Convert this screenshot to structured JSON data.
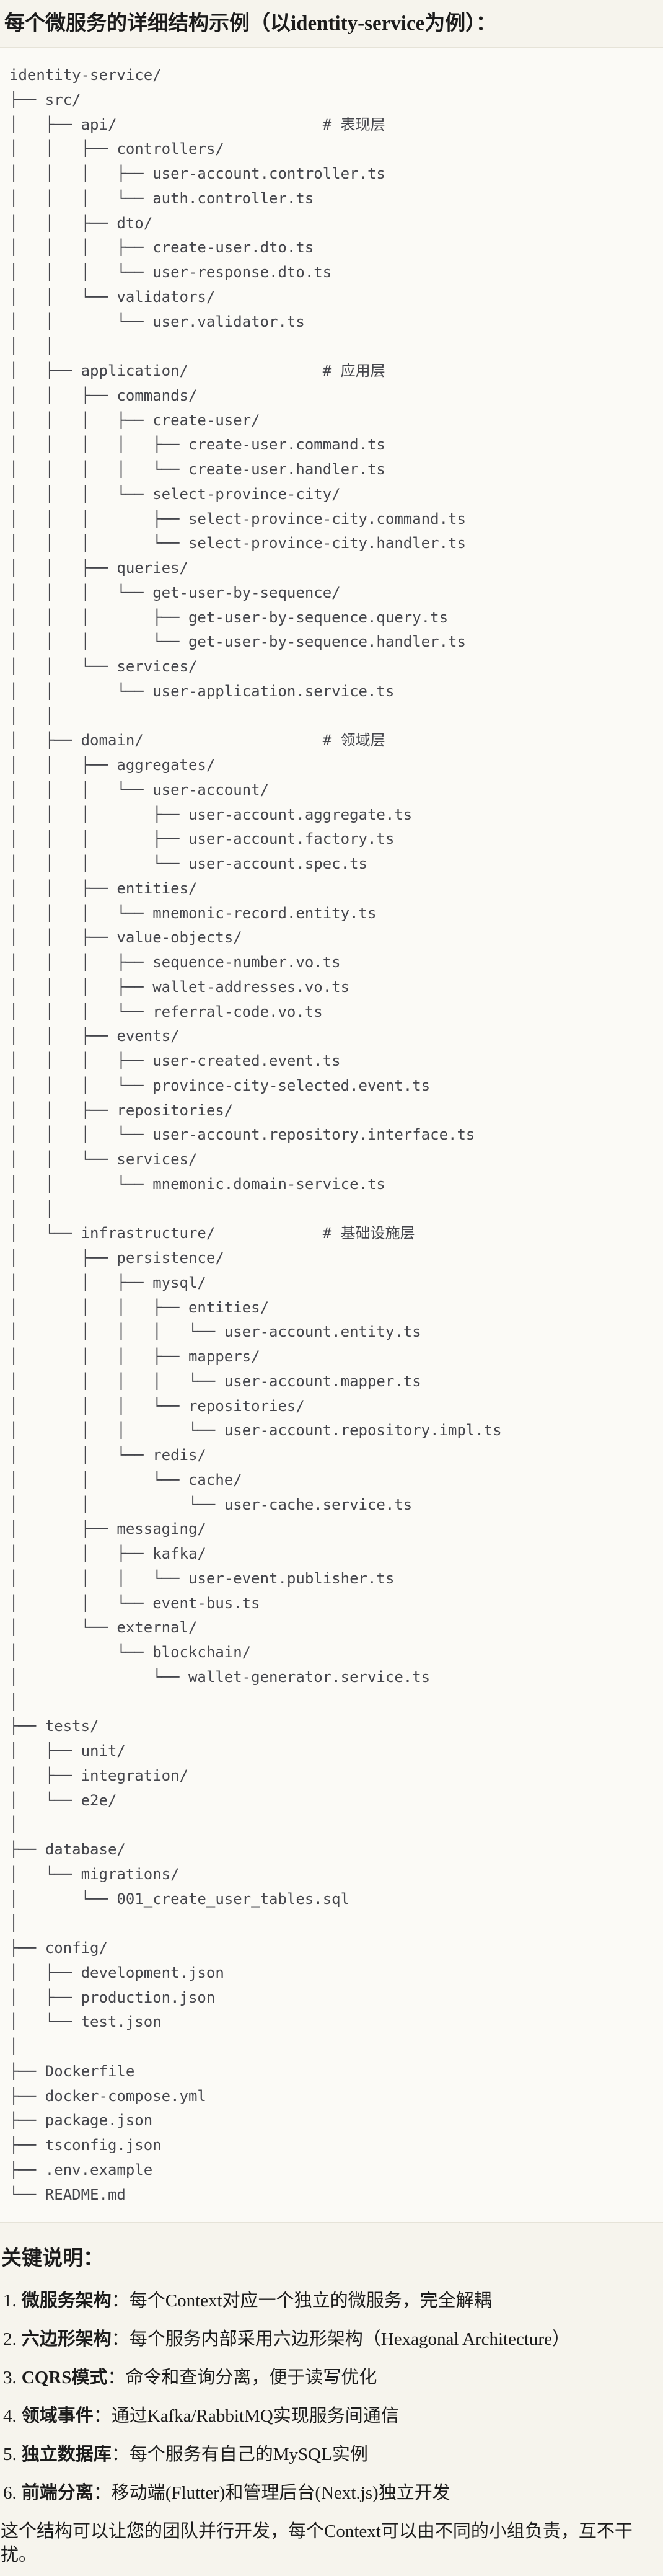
{
  "title": "每个微服务的详细结构示例（以identity-service为例）：",
  "code": {
    "language": "plaintext",
    "tree": "identity-service/\n├── src/\n│   ├── api/                       # 表现层\n│   │   ├── controllers/\n│   │   │   ├── user-account.controller.ts\n│   │   │   └── auth.controller.ts\n│   │   ├── dto/\n│   │   │   ├── create-user.dto.ts\n│   │   │   └── user-response.dto.ts\n│   │   └── validators/\n│   │       └── user.validator.ts\n│   │\n│   ├── application/               # 应用层\n│   │   ├── commands/\n│   │   │   ├── create-user/\n│   │   │   │   ├── create-user.command.ts\n│   │   │   │   └── create-user.handler.ts\n│   │   │   └── select-province-city/\n│   │   │       ├── select-province-city.command.ts\n│   │   │       └── select-province-city.handler.ts\n│   │   ├── queries/\n│   │   │   └── get-user-by-sequence/\n│   │   │       ├── get-user-by-sequence.query.ts\n│   │   │       └── get-user-by-sequence.handler.ts\n│   │   └── services/\n│   │       └── user-application.service.ts\n│   │\n│   ├── domain/                    # 领域层\n│   │   ├── aggregates/\n│   │   │   └── user-account/\n│   │   │       ├── user-account.aggregate.ts\n│   │   │       ├── user-account.factory.ts\n│   │   │       └── user-account.spec.ts\n│   │   ├── entities/\n│   │   │   └── mnemonic-record.entity.ts\n│   │   ├── value-objects/\n│   │   │   ├── sequence-number.vo.ts\n│   │   │   ├── wallet-addresses.vo.ts\n│   │   │   └── referral-code.vo.ts\n│   │   ├── events/\n│   │   │   ├── user-created.event.ts\n│   │   │   └── province-city-selected.event.ts\n│   │   ├── repositories/\n│   │   │   └── user-account.repository.interface.ts\n│   │   └── services/\n│   │       └── mnemonic.domain-service.ts\n│   │\n│   └── infrastructure/            # 基础设施层\n│       ├── persistence/\n│       │   ├── mysql/\n│       │   │   ├── entities/\n│       │   │   │   └── user-account.entity.ts\n│       │   │   ├── mappers/\n│       │   │   │   └── user-account.mapper.ts\n│       │   │   └── repositories/\n│       │   │       └── user-account.repository.impl.ts\n│       │   └── redis/\n│       │       └── cache/\n│       │           └── user-cache.service.ts\n│       ├── messaging/\n│       │   ├── kafka/\n│       │   │   └── user-event.publisher.ts\n│       │   └── event-bus.ts\n│       └── external/\n│           └── blockchain/\n│               └── wallet-generator.service.ts\n│\n├── tests/\n│   ├── unit/\n│   ├── integration/\n│   └── e2e/\n│\n├── database/\n│   └── migrations/\n│       └── 001_create_user_tables.sql\n│\n├── config/\n│   ├── development.json\n│   ├── production.json\n│   └── test.json\n│\n├── Dockerfile\n├── docker-compose.yml\n├── package.json\n├── tsconfig.json\n├── .env.example\n└── README.md"
  },
  "notes": {
    "heading": "关键说明：",
    "items": [
      {
        "num": "1.",
        "term": "微服务架构",
        "text": "：每个Context对应一个独立的微服务，完全解耦"
      },
      {
        "num": "2.",
        "term": "六边形架构",
        "text": "：每个服务内部采用六边形架构（Hexagonal Architecture）"
      },
      {
        "num": "3.",
        "term": "CQRS模式",
        "text": "：命令和查询分离，便于读写优化"
      },
      {
        "num": "4.",
        "term": "领域事件",
        "text": "：通过Kafka/RabbitMQ实现服务间通信"
      },
      {
        "num": "5.",
        "term": "独立数据库",
        "text": "：每个服务有自己的MySQL实例"
      },
      {
        "num": "6.",
        "term": "前端分离",
        "text": "：移动端(Flutter)和管理后台(Next.js)独立开发"
      }
    ],
    "footer": "这个结构可以让您的团队并行开发，每个Context可以由不同的小组负责，互不干扰。"
  },
  "colors": {
    "page_bg": "#F6F4ED",
    "code_bg": "#FBFAF6",
    "code_border": "#E6E3D8",
    "code_text": "#45464C",
    "body_text": "#1C1C1C"
  }
}
